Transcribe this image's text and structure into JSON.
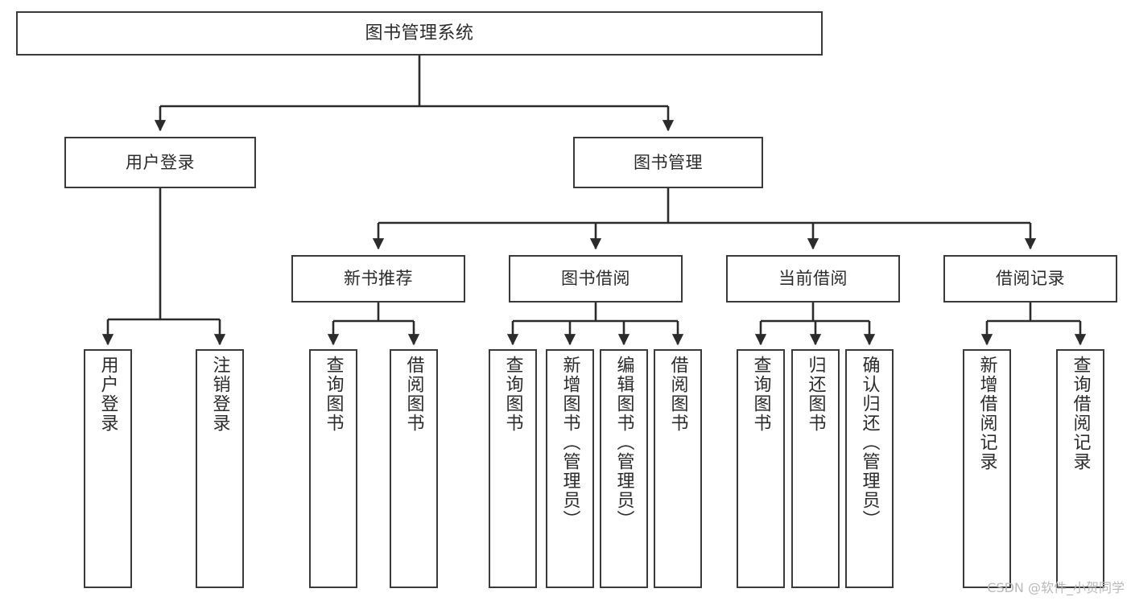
{
  "diagram": {
    "title": "图书管理系统",
    "type": "tree-hierarchy-diagram",
    "colors": {
      "box_border": "#3a3a3a",
      "box_fill": "#ffffff",
      "connector": "#2b2b2b",
      "text": "#2b2b2b",
      "watermark": "#b9b9b9"
    },
    "root": {
      "label": "图书管理系统"
    },
    "level2": [
      {
        "label": "用户登录"
      },
      {
        "label": "图书管理"
      }
    ],
    "level3": [
      {
        "label": "新书推荐"
      },
      {
        "label": "图书借阅"
      },
      {
        "label": "当前借阅"
      },
      {
        "label": "借阅记录"
      }
    ],
    "leaves": {
      "user_login": [
        {
          "label": "用户登录"
        },
        {
          "label": "注销登录"
        }
      ],
      "new_book_recommend": [
        {
          "label": "查询图书"
        },
        {
          "label": "借阅图书"
        }
      ],
      "book_borrow": [
        {
          "label": "查询图书"
        },
        {
          "label": "新增图书（管理员）"
        },
        {
          "label": "编辑图书（管理员）"
        },
        {
          "label": "借阅图书"
        }
      ],
      "current_borrow": [
        {
          "label": "查询图书"
        },
        {
          "label": "归还图书"
        },
        {
          "label": "确认归还（管理员）"
        }
      ],
      "borrow_record": [
        {
          "label": "新增借阅记录"
        },
        {
          "label": "查询借阅记录"
        }
      ]
    }
  },
  "watermark": {
    "text": "CSDN @软件_小贺同学"
  }
}
